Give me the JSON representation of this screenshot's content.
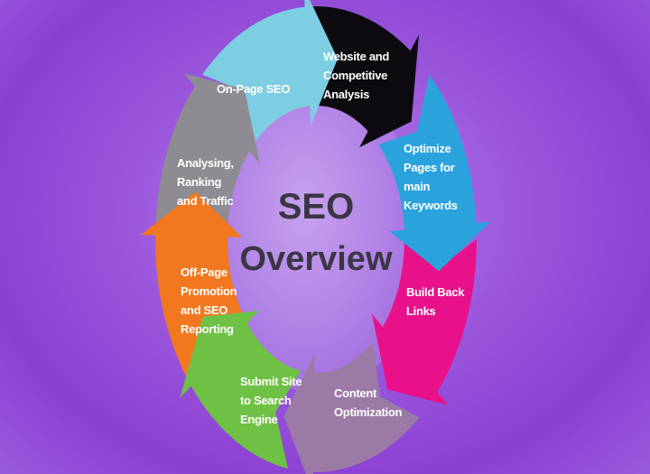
{
  "title": {
    "line1": "SEO",
    "line2": "Overview"
  },
  "steps": [
    {
      "label": "Website and Competitive Analysis",
      "lines": [
        "Website and",
        "Competitive",
        "Analysis"
      ],
      "color": "#0c0a0e"
    },
    {
      "label": "Optimize Pages for main Keywords",
      "lines": [
        "Optimize",
        "Pages for",
        "main",
        "Keywords"
      ],
      "color": "#2aa3dc"
    },
    {
      "label": "Build Back Links",
      "lines": [
        "Build Back",
        "Links"
      ],
      "color": "#e8118a"
    },
    {
      "label": "Content Optimization",
      "lines": [
        "Content",
        "Optimization"
      ],
      "color": "#9b7aa6"
    },
    {
      "label": "Submit Site to Search Engine",
      "lines": [
        "Submit Site",
        "to Search",
        "Engine"
      ],
      "color": "#6fc146"
    },
    {
      "label": "Off-Page Promotion and SEO Reporting",
      "lines": [
        "Off-Page",
        "Promotion",
        "and SEO",
        "Reporting"
      ],
      "color": "#f2781f"
    },
    {
      "label": "Analysing, Ranking and Traffic",
      "lines": [
        "Analysing,",
        "Ranking",
        "and Traffic"
      ],
      "color": "#8e8c92"
    },
    {
      "label": "On-Page SEO",
      "lines": [
        "On-Page SEO"
      ],
      "color": "#7dcde3"
    }
  ]
}
